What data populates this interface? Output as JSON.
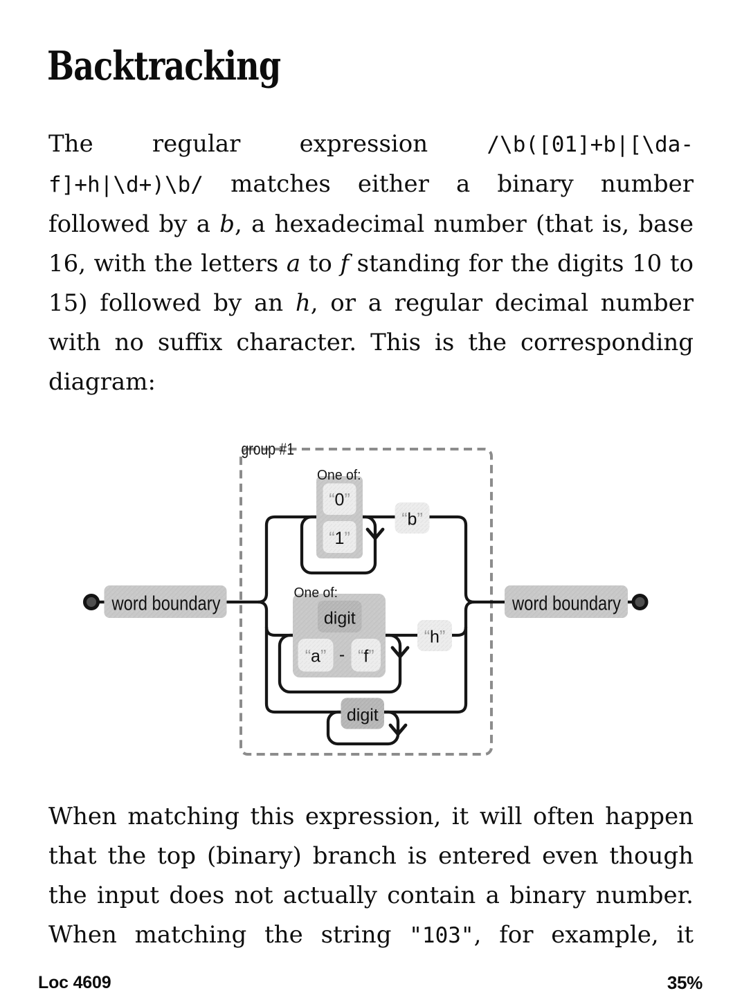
{
  "title": "Backtracking",
  "paragraph1": {
    "lines": [
      {
        "justify": true,
        "segments": [
          {
            "style": "serif",
            "text": "The regular expression "
          },
          {
            "style": "mono",
            "text": "/\\b([01]+b|[\\da-"
          }
        ]
      },
      {
        "justify": true,
        "segments": [
          {
            "style": "mono",
            "text": "f]+h|\\d+)\\b/"
          },
          {
            "style": "serif",
            "text": " matches either a binary number"
          }
        ]
      },
      {
        "justify": true,
        "segments": [
          {
            "style": "serif",
            "text": "followed by a "
          },
          {
            "style": "italic",
            "text": "b"
          },
          {
            "style": "serif",
            "text": ", a hexadecimal number (that is, base"
          }
        ]
      },
      {
        "justify": true,
        "segments": [
          {
            "style": "serif",
            "text": "16, with the letters "
          },
          {
            "style": "italic",
            "text": "a"
          },
          {
            "style": "serif",
            "text": " to "
          },
          {
            "style": "italic",
            "text": "f"
          },
          {
            "style": "serif",
            "text": " standing for the digits 10 to"
          }
        ]
      },
      {
        "justify": true,
        "segments": [
          {
            "style": "serif",
            "text": "15) followed by an "
          },
          {
            "style": "italic",
            "text": "h"
          },
          {
            "style": "serif",
            "text": ", or a regular decimal number"
          }
        ]
      },
      {
        "justify": true,
        "segments": [
          {
            "style": "serif",
            "text": "with no suffix character. This is the corresponding"
          }
        ]
      },
      {
        "justify": false,
        "segments": [
          {
            "style": "serif",
            "text": "diagram:"
          }
        ]
      }
    ]
  },
  "paragraph2": {
    "lines": [
      {
        "justify": true,
        "segments": [
          {
            "style": "serif",
            "text": "When matching this expression, it will often happen"
          }
        ]
      },
      {
        "justify": true,
        "segments": [
          {
            "style": "serif",
            "text": "that the top (binary) branch is entered even though"
          }
        ]
      },
      {
        "justify": true,
        "segments": [
          {
            "style": "serif",
            "text": "the input does not actually contain a binary number."
          }
        ]
      },
      {
        "justify": true,
        "segments": [
          {
            "style": "serif",
            "text": "When matching the string "
          },
          {
            "style": "mono",
            "text": "\"103\""
          },
          {
            "style": "serif",
            "text": ", for example, it"
          }
        ]
      }
    ]
  },
  "diagram": {
    "group_label": "group #1",
    "one_of_label_top": "One of:",
    "one_of_label_mid": "One of:",
    "start_box_label": "word boundary",
    "end_box_label": "word boundary",
    "digit_label_mid": "digit",
    "digit_label_bottom": "digit",
    "range_separator": "-",
    "open_quote": "“",
    "close_quote": "”",
    "char_0": "0",
    "char_1": "1",
    "char_b": "b",
    "char_a": "a",
    "char_f": "f",
    "char_h": "h",
    "colors": {
      "rail": "#1a1a1a",
      "group_border": "#8f8f8f",
      "box_gray": "#c9c9c9",
      "box_mid": "#bdbdbd",
      "box_light": "#ececec",
      "dot_fill": "#4f4f4f"
    }
  },
  "footer": {
    "location": "Loc 4609",
    "progress": "35%"
  }
}
